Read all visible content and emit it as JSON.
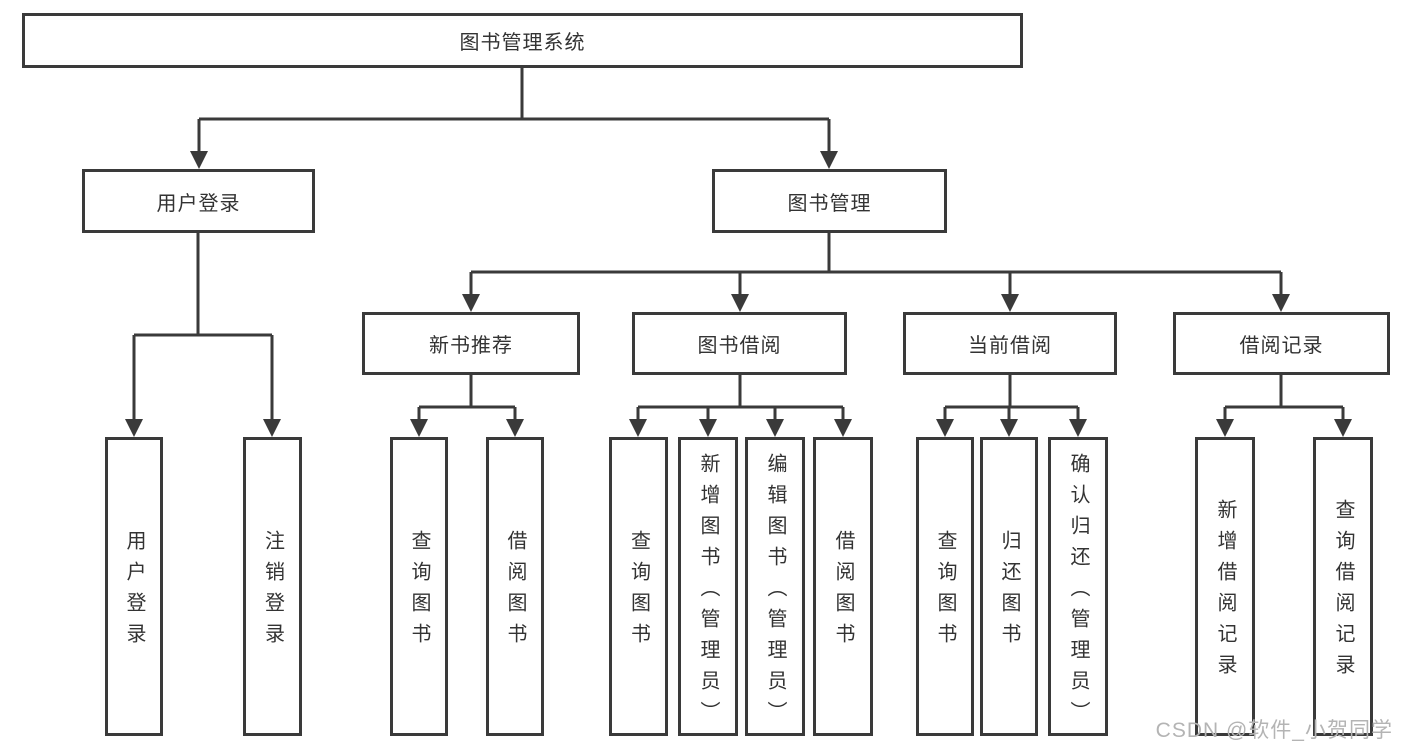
{
  "tree": {
    "label": "图书管理系统",
    "children": [
      {
        "label": "用户登录",
        "children": [
          {
            "label": "用户登录"
          },
          {
            "label": "注销登录"
          }
        ]
      },
      {
        "label": "图书管理",
        "children": [
          {
            "label": "新书推荐",
            "children": [
              {
                "label": "查询图书"
              },
              {
                "label": "借阅图书"
              }
            ]
          },
          {
            "label": "图书借阅",
            "children": [
              {
                "label": "查询图书"
              },
              {
                "label": "新增图书（管理员）"
              },
              {
                "label": "编辑图书（管理员）"
              },
              {
                "label": "借阅图书"
              }
            ]
          },
          {
            "label": "当前借阅",
            "children": [
              {
                "label": "查询图书"
              },
              {
                "label": "归还图书"
              },
              {
                "label": "确认归还（管理员）"
              }
            ]
          },
          {
            "label": "借阅记录",
            "children": [
              {
                "label": "新增借阅记录"
              },
              {
                "label": "查询借阅记录"
              }
            ]
          }
        ]
      }
    ]
  },
  "watermark": {
    "text": "CSDN @软件_小贺同学"
  },
  "colors": {
    "line": "#3a3a3a",
    "text": "#333333",
    "background": "#ffffff",
    "watermark": "#b4b4b4"
  }
}
